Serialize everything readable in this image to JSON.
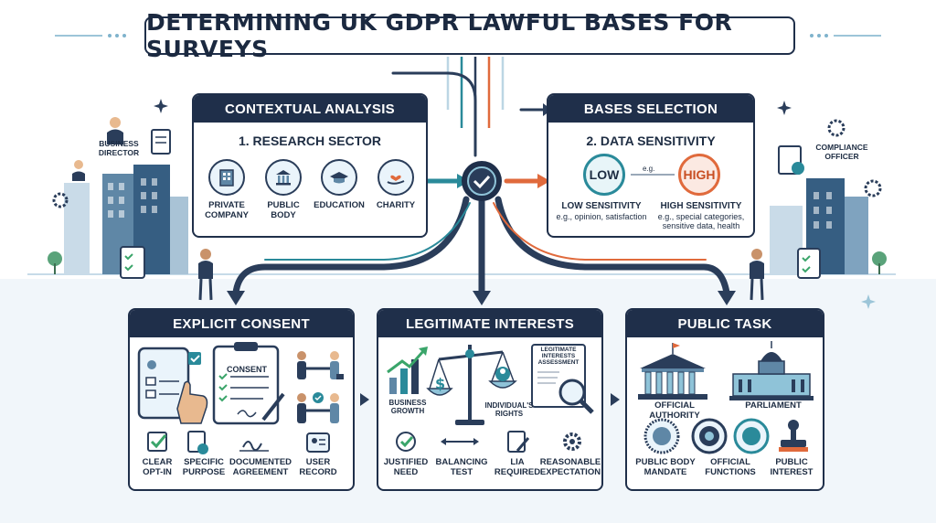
{
  "title": "DETERMINING UK GDPR LAWFUL BASES FOR SURVEYS",
  "people": {
    "business_director": "BUSINESS DIRECTOR",
    "compliance_officer": "COMPLIANCE OFFICER"
  },
  "contextual_analysis": {
    "heading": "CONTEXTUAL ANALYSIS",
    "subheading": "1. RESEARCH SECTOR",
    "sectors": [
      {
        "label": "PRIVATE COMPANY",
        "icon": "office-building-icon"
      },
      {
        "label": "PUBLIC BODY",
        "icon": "government-building-icon"
      },
      {
        "label": "EDUCATION",
        "icon": "graduation-cap-icon"
      },
      {
        "label": "CHARITY",
        "icon": "heart-hand-icon"
      }
    ]
  },
  "bases_selection": {
    "heading": "BASES SELECTION",
    "subheading": "2. DATA SENSITIVITY",
    "low_bubble": "LOW",
    "eg_connector": "e.g.",
    "high_bubble": "HIGH",
    "low_title": "LOW SENSITIVITY",
    "low_desc": "e.g., opinion, satisfaction",
    "high_title": "HIGH SENSITIVITY",
    "high_desc": "e.g., special categories, sensitive data, health"
  },
  "explicit_consent": {
    "heading": "EXPLICIT CONSENT",
    "form_title": "CONSENT",
    "items": [
      "CLEAR OPT-IN",
      "SPECIFIC PURPOSE",
      "DOCUMENTED AGREEMENT",
      "USER RECORD"
    ]
  },
  "legitimate_interests": {
    "heading": "LEGITIMATE INTERESTS",
    "business_growth": "BUSINESS GROWTH",
    "individuals_rights": "INDIVIDUAL'S RIGHTS",
    "lia_doc": "LEGITIMATE INTERESTS ASSESSMENT",
    "items": [
      "JUSTIFIED NEED",
      "BALANCING TEST",
      "LIA REQUIRED",
      "REASONABLE EXPECTATION"
    ]
  },
  "public_task": {
    "heading": "PUBLIC TASK",
    "top_items": [
      "OFFICIAL AUTHORITY",
      "PARLIAMENT"
    ],
    "items": [
      "PUBLIC BODY MANDATE",
      "OFFICIAL FUNCTIONS",
      "PUBLIC INTEREST"
    ]
  },
  "colors": {
    "navy": "#1f2f4a",
    "teal": "#2a8a9a",
    "orange": "#e06a3c",
    "light_blue": "#eaf4fb",
    "green_check": "#3aa56a"
  }
}
